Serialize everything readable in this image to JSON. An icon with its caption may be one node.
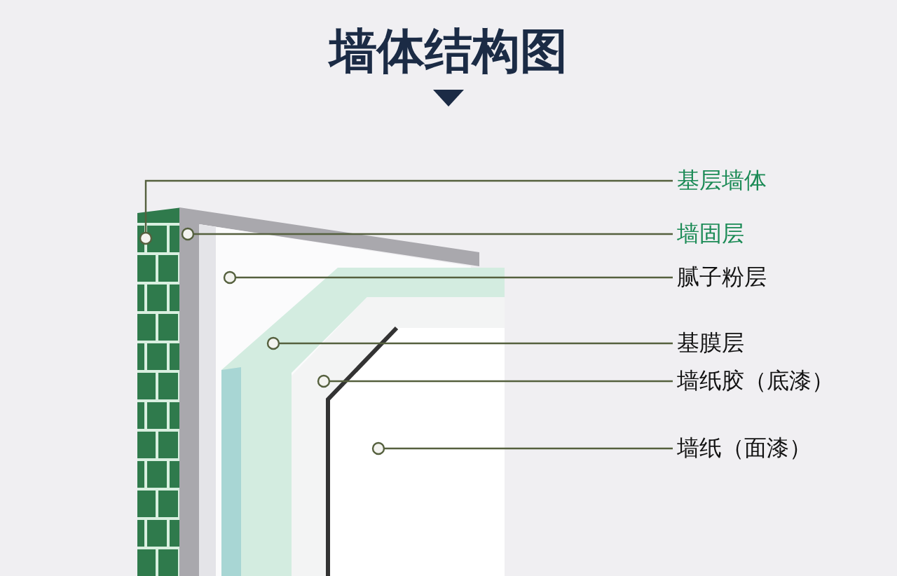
{
  "diagram": {
    "title": "墙体结构图",
    "nodes": [
      {
        "text": [
          "基层墙体"
        ]
      },
      {
        "text": [
          "墙固层"
        ]
      },
      {
        "text": [
          "腻子粉层"
        ]
      },
      {
        "text": [
          "基膜层"
        ]
      },
      {
        "text": [
          "墙纸胶（底漆）"
        ]
      },
      {
        "text": [
          "墙纸（面漆）"
        ]
      },
      {
        "text": [],
        "shape": "picture"
      },
      {
        "text": [],
        "shape": "picture"
      },
      {
        "text": [],
        "shape": "picture",
        "in": 7
      },
      {
        "text": [],
        "shape": "picture",
        "in": 8
      },
      {
        "text": [],
        "shape": "picture",
        "in": 9
      },
      {
        "text": [],
        "shape": "picture",
        "in": 10
      }
    ],
    "edges": [
      {
        "from": 0,
        "to": 6,
        "arrow": "other"
      },
      {
        "from": 1,
        "to": 7,
        "arrow": "other"
      },
      {
        "from": 2,
        "to": 8,
        "arrow": "other"
      },
      {
        "from": 3,
        "to": 9,
        "arrow": "other"
      },
      {
        "from": 4,
        "to": 10,
        "arrow": "other"
      },
      {
        "from": 5,
        "to": 11,
        "arrow": "other"
      }
    ]
  }
}
